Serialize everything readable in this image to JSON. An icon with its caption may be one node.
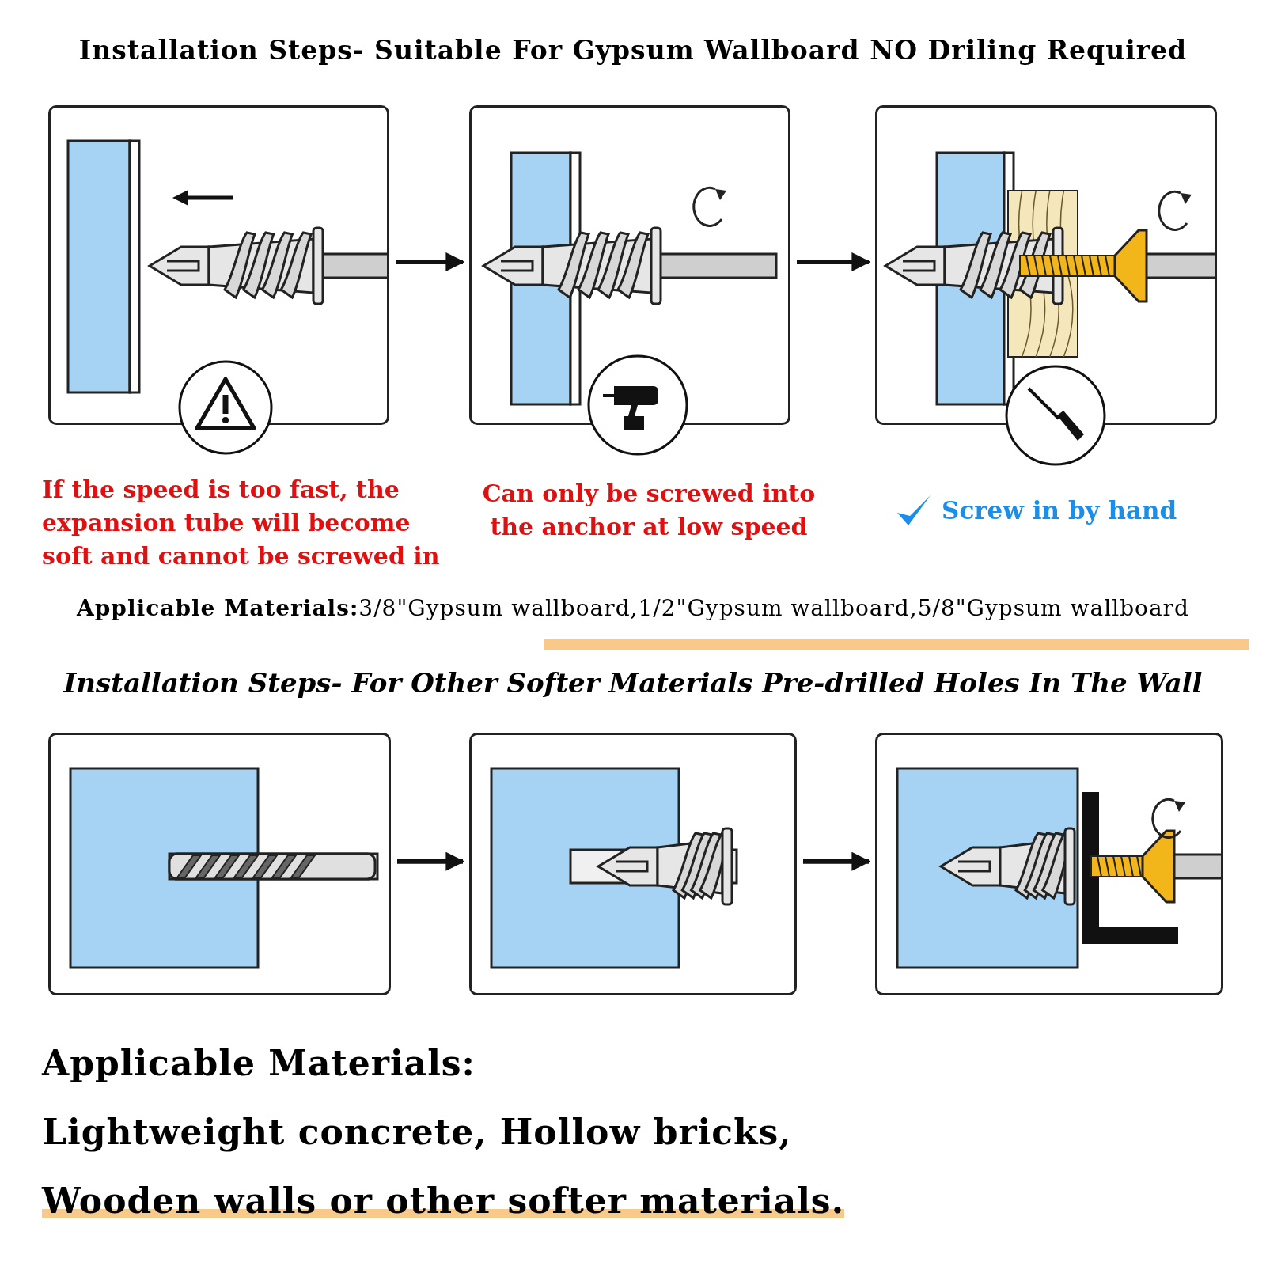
{
  "diagram": {
    "title": "Installation Steps- Suitable For Gypsum Wallboard NO Driling Required",
    "nodes": [
      {
        "text": [],
        "shape": "picture",
        "beside": [
          "If the speed is too fast, the expansion tube will become soft and cannot be screwed in"
        ]
      },
      {
        "text": [],
        "shape": "picture",
        "beside": [
          "Can only be screwed into the anchor at low speed"
        ]
      },
      {
        "text": [],
        "shape": "picture",
        "beside": [
          "Screw in by hand"
        ]
      },
      {
        "text": [],
        "shape": "picture"
      },
      {
        "text": [],
        "shape": "picture"
      },
      {
        "text": [],
        "shape": "picture"
      }
    ],
    "edges": [
      {
        "from": 0,
        "to": 1,
        "arrow": "to"
      },
      {
        "from": 1,
        "to": 2,
        "arrow": "to"
      },
      {
        "from": 3,
        "to": 4,
        "arrow": "to"
      },
      {
        "from": 4,
        "to": 5,
        "arrow": "to"
      }
    ],
    "labels": [
      "**Applicable Materials:**3/8\"Gypsum wallboard,1/2\"Gypsum wallboard,5/8\"Gypsum wallboard",
      "Installation Steps- For Other Softer Materials Pre-drilled Holes In The Wall",
      "Applicable Materials:",
      "Lightweight concrete, Hollow bricks,",
      "Wooden walls or other softer materials."
    ]
  }
}
